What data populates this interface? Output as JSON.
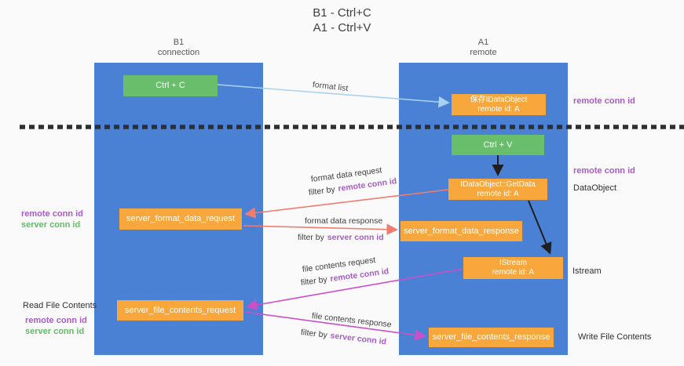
{
  "colors": {
    "column_blue": "#4a81d4",
    "box_orange": "#f8a73d",
    "box_green": "#69be6c",
    "purple_label": "#a85bc8",
    "green_label": "#62bb66",
    "arrow_salmon": "#f07c70",
    "arrow_magenta": "#cd4fc8",
    "arrow_lightblue": "#a8d2f0",
    "arrow_black": "#1f1f1f",
    "dashed_line": "#2f2f2f"
  },
  "title": {
    "line1": "B1 - Ctrl+C",
    "line2": "A1 - Ctrl+V"
  },
  "columns": {
    "left": {
      "name": "B1",
      "role": "connection"
    },
    "right": {
      "name": "A1",
      "role": "remote"
    }
  },
  "nodes": {
    "ctrl_c": {
      "label": "Ctrl + C"
    },
    "save_idataobject": {
      "line1": "保存IDataObject",
      "line2": "remote id: A"
    },
    "ctrl_v": {
      "label": "Ctrl + V"
    },
    "idataobject_getdata": {
      "line1": "IDataObject::GetData",
      "line2": "remote id: A"
    },
    "server_format_data_request": {
      "label": "server_format_data_request"
    },
    "server_format_data_response": {
      "label": "server_format_data_response"
    },
    "istream": {
      "line1": "IStream",
      "line2": "remote id: A"
    },
    "server_file_contents_request": {
      "label": "server_file_contents_request"
    },
    "server_file_contents_response": {
      "label": "server_file_contents_response"
    }
  },
  "edge_labels": {
    "format_list": "format list",
    "format_data_request": "format data request",
    "format_data_response": "format data response",
    "file_contents_request": "file contents request",
    "file_contents_response": "file contents response",
    "filter_by": "filter by",
    "remote_conn_id": "remote conn id",
    "server_conn_id": "server conn id"
  },
  "annotations": {
    "right_remote_conn_id_top": "remote conn id",
    "right_remote_conn_id_mid": "remote conn id",
    "dataobject": "DataObject",
    "istream": "Istream",
    "write_file_contents": "Write File Contents",
    "left_remote_conn_id_top": "remote conn id",
    "left_server_conn_id_top": "server conn id",
    "read_file_contents": "Read File Contents",
    "left_remote_conn_id_bottom": "remote conn id",
    "left_server_conn_id_bottom": "server conn id"
  }
}
